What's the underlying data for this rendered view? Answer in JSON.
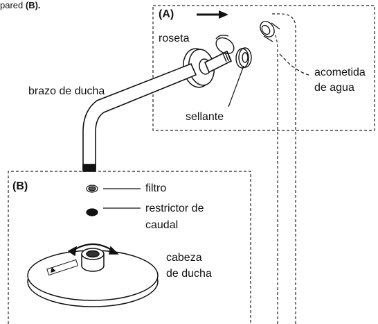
{
  "header_fragment": {
    "text": "pared ",
    "bold": "(B)."
  },
  "panel_a": {
    "tag": "(A)"
  },
  "panel_b": {
    "tag": "(B)"
  },
  "labels": {
    "roseta": "roseta",
    "acometida_line1": "acometida",
    "acometida_line2": "de agua",
    "brazo": "brazo de ducha",
    "sellante": "sellante",
    "filtro": "filtro",
    "restrictor_line1": "restrictor de",
    "restrictor_line2": "caudal",
    "cabeza_line1": "cabeza",
    "cabeza_line2": "de ducha"
  },
  "colors": {
    "ink": "#111111",
    "dash": "#222222"
  }
}
